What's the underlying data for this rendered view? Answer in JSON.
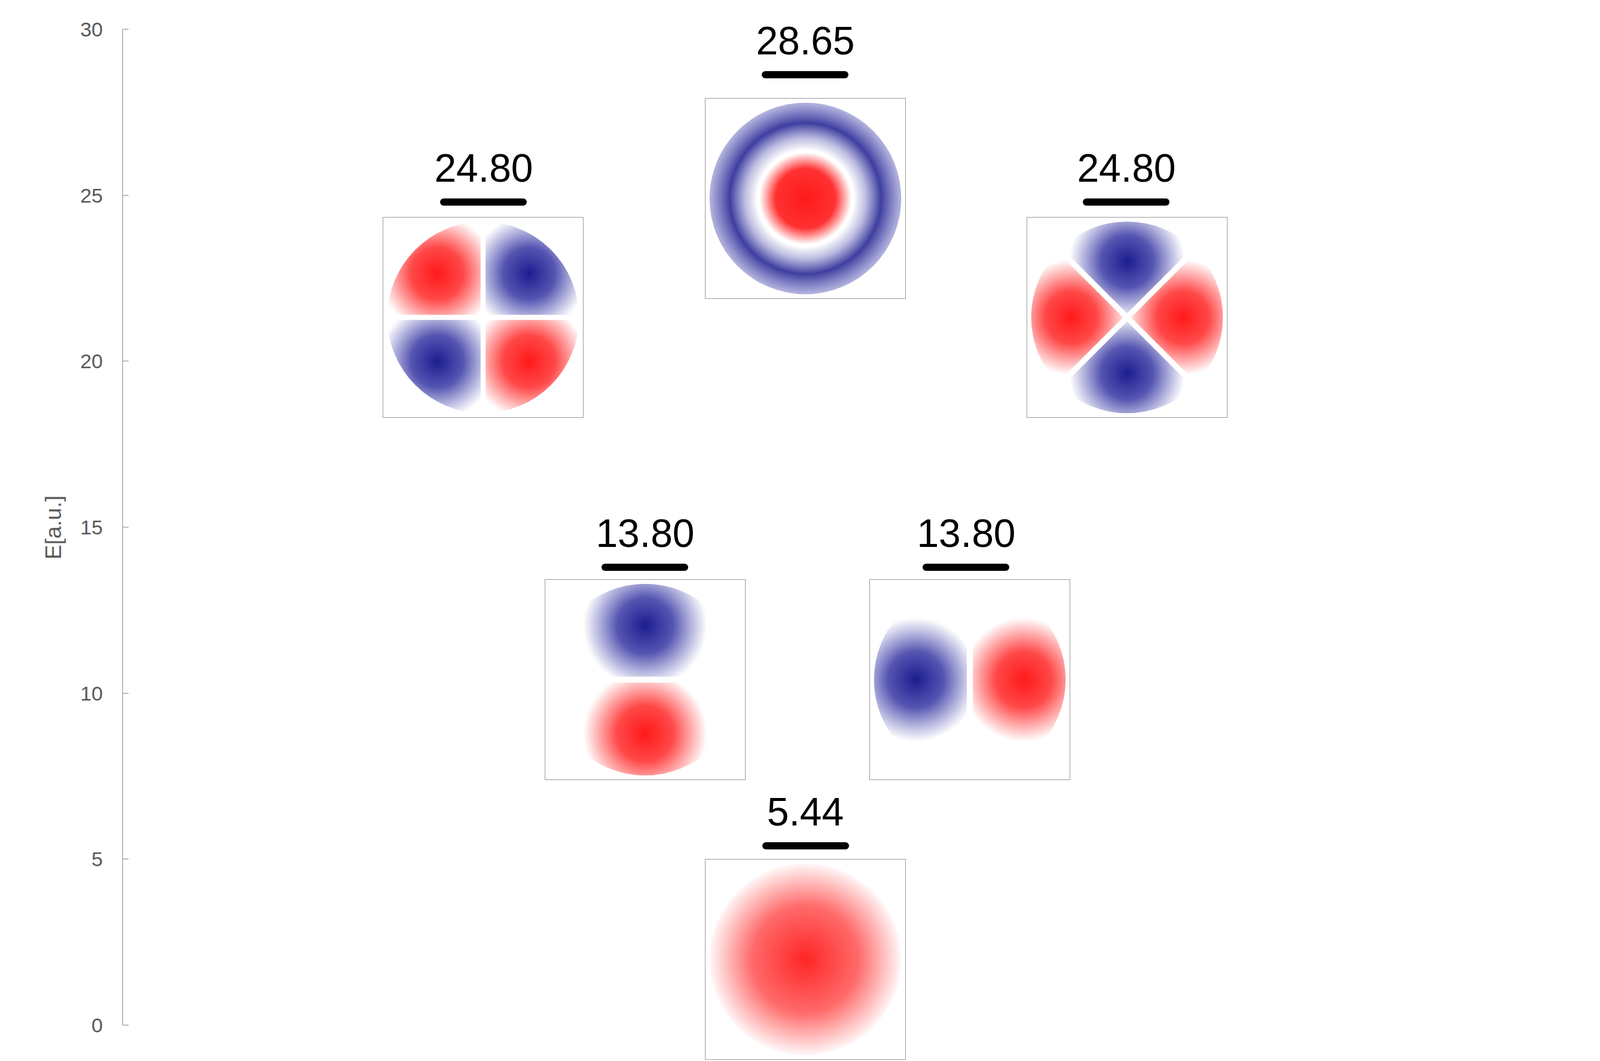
{
  "diagram": {
    "nodes": [
      {
        "text": [
          "28.65"
        ]
      },
      {
        "text": [
          "24.80"
        ]
      },
      {
        "text": [
          "24.80"
        ]
      },
      {
        "text": [
          "13.80"
        ]
      },
      {
        "text": [
          "13.80"
        ]
      },
      {
        "text": [
          "5.44"
        ]
      }
    ],
    "labels": [
      "30",
      "25",
      "20",
      "15",
      "10",
      "5",
      "0",
      "E[a.u.]"
    ]
  }
}
